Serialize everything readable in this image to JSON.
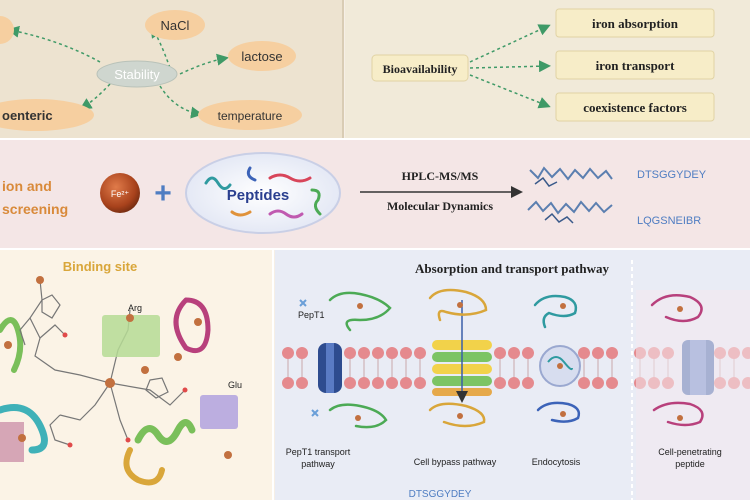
{
  "top_left": {
    "stability": "Stability",
    "nacl": "NaCl",
    "lactose": "lactose",
    "enteric": "oenteric",
    "temperature": "temperature"
  },
  "top_right": {
    "bioavailability": "Bioavailability",
    "iron_absorption": "iron absorption",
    "iron_transport": "iron transport",
    "coexistence": "coexistence factors"
  },
  "middle": {
    "left_line1": "ion and",
    "left_line2": "screening",
    "fe_label": "Fe²⁺",
    "plus": "+",
    "peptides": "Peptides",
    "method1": "HPLC-MS/MS",
    "method2": "Molecular Dynamics",
    "seq1": "DTSGGYDEY",
    "seq2": "LQGSNEIBR"
  },
  "bottom_left": {
    "title": "Binding site",
    "arg": "Arg",
    "glu": "Glu"
  },
  "bottom_right": {
    "title": "Absorption and transport pathway",
    "pept1": "PepT1",
    "label_pept1_line1": "PepT1 transport",
    "label_pept1_line2": "pathway",
    "label_bypass": "Cell bypass pathway",
    "label_endo": "Endocytosis",
    "label_cpp_line1": "Cell-penetrating",
    "label_cpp_line2": "peptide",
    "footer": "DTSGGYDEY"
  },
  "colors": {
    "top_bg": "#ede3d0",
    "mid_bg": "#f4e6e6",
    "bottom_left_bg": "#fbf3e6",
    "bottom_right_bg": "#e9ecf5",
    "arrow_green": "#3f9a67",
    "box_yellow": "#f7edc8",
    "pill_orange": "#f6cfa0",
    "membrane_red": "#e58a8e"
  }
}
